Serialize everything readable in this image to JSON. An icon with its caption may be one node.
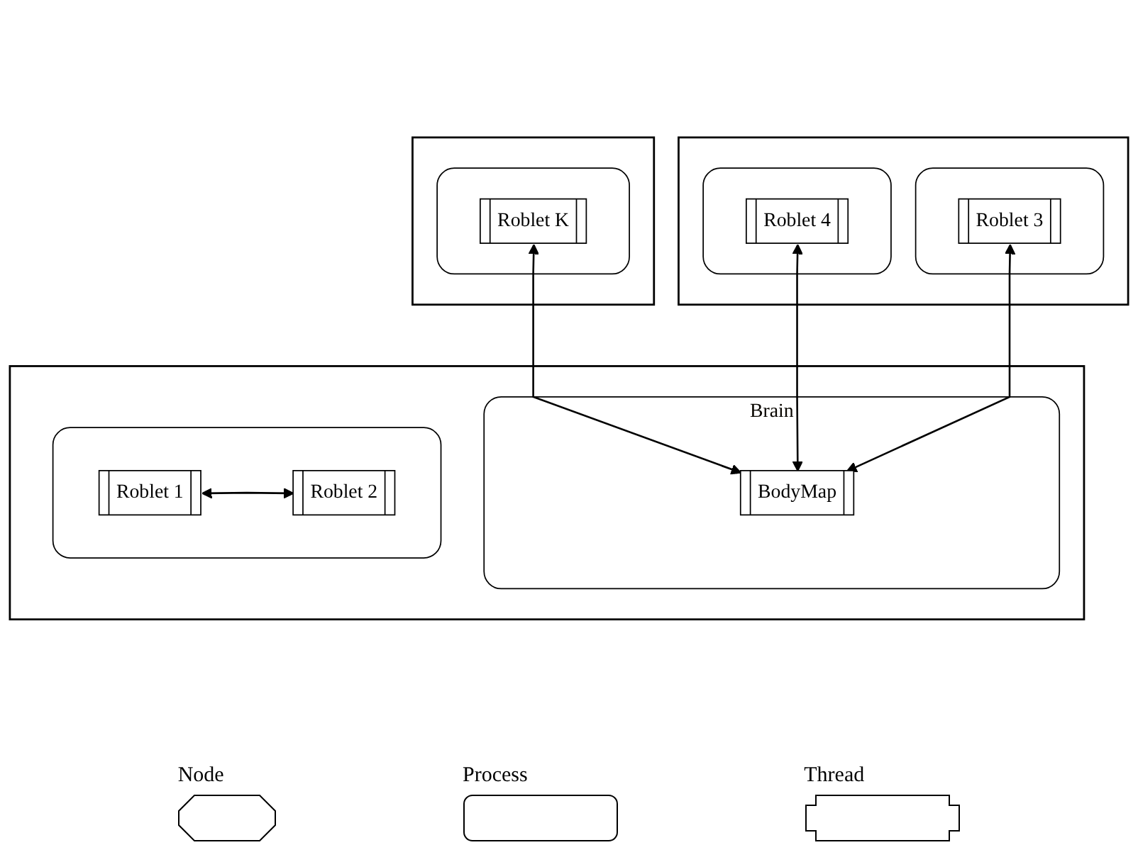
{
  "diagram": {
    "nodes": [
      {
        "text": [],
        "shape": "octagon"
      },
      {
        "text": [
          "Brain"
        ],
        "in": 0
      },
      {
        "text": [
          "BodyMap"
        ],
        "in": 1
      },
      {
        "text": [],
        "shape": "box",
        "in": 0
      },
      {
        "text": [
          "Roblet 1"
        ],
        "in": 3
      },
      {
        "text": [
          "Roblet 2"
        ],
        "in": 3
      },
      {
        "text": [],
        "shape": "octagon"
      },
      {
        "text": [],
        "shape": "box",
        "in": 6
      },
      {
        "text": [
          "Roblet 3"
        ],
        "in": 7
      },
      {
        "text": [],
        "shape": "box",
        "in": 6
      },
      {
        "text": [
          "Roblet 4"
        ],
        "in": 9
      },
      {
        "text": [],
        "shape": "octagon"
      },
      {
        "text": [],
        "shape": "box",
        "in": 11
      },
      {
        "text": [
          "Roblet K"
        ],
        "in": 12
      }
    ],
    "edges": [
      {
        "from": 8,
        "to": 2,
        "arrow": "both"
      },
      {
        "from": 13,
        "to": 2,
        "arrow": "both"
      },
      {
        "from": 4,
        "to": 5,
        "arrow": "both"
      },
      {
        "from": 10,
        "to": 2,
        "arrow": "both"
      }
    ],
    "legend": [
      {
        "text": "Node"
      },
      {
        "text": "Process"
      },
      {
        "text": "Thread"
      }
    ]
  }
}
